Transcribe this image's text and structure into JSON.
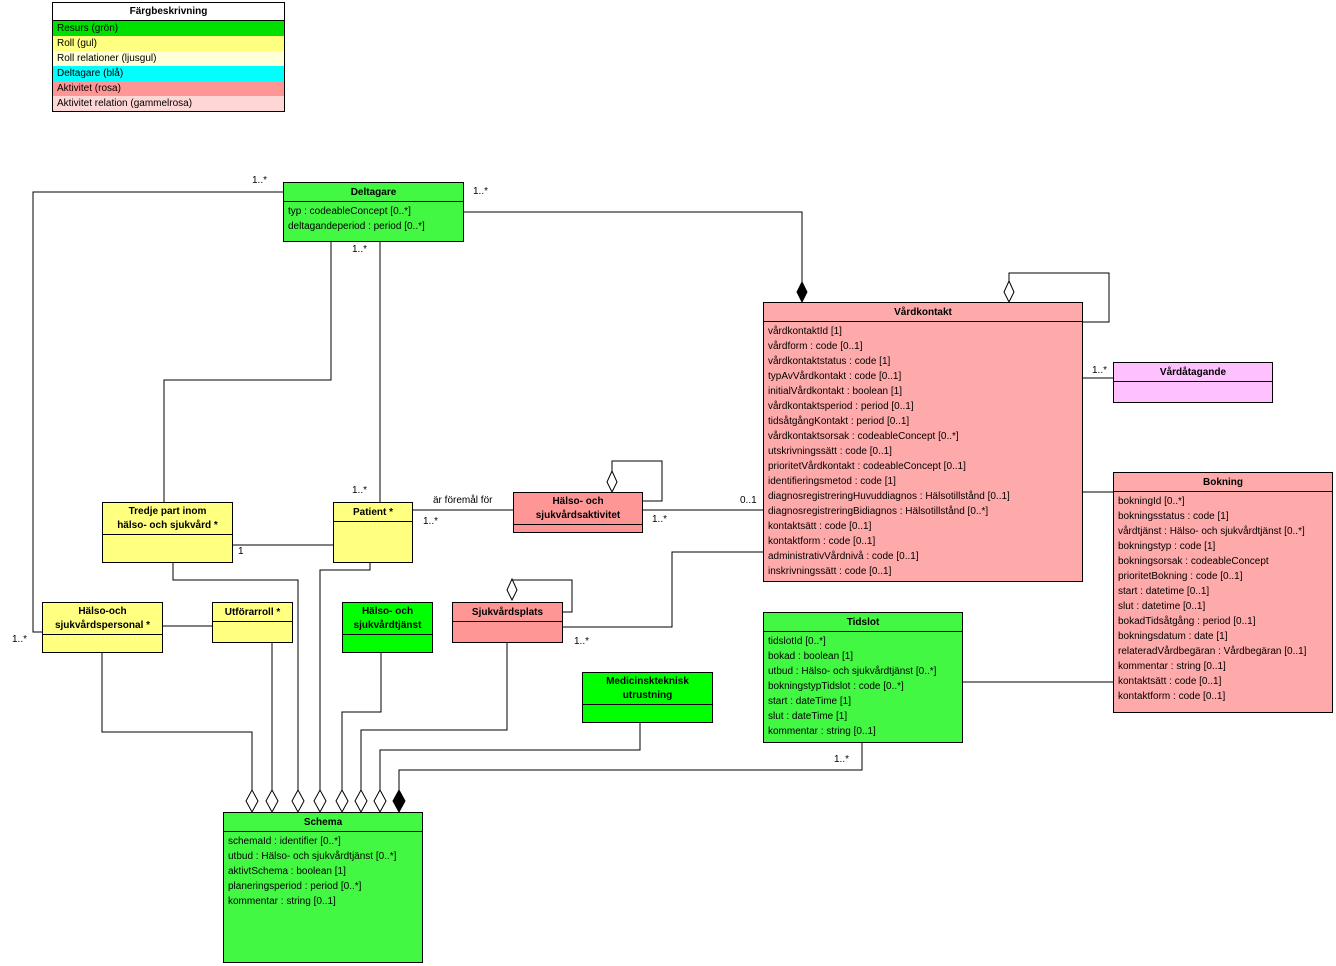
{
  "legend": {
    "title": "Färgbeskrivning",
    "items": [
      {
        "label": "Resurs (grön)",
        "color": "#00e000"
      },
      {
        "label": "Roll (gul)",
        "color": "#ffff80"
      },
      {
        "label": "Roll relationer (ljusgul)",
        "color": "#ffffd8"
      },
      {
        "label": "Deltagare (blå)",
        "color": "#00ffff"
      },
      {
        "label": "Aktivitet (rosa)",
        "color": "#ff9696"
      },
      {
        "label": "Aktivitet relation (gammelrosa)",
        "color": "#ffd6d6"
      }
    ]
  },
  "classes": {
    "deltagare": {
      "name": "Deltagare",
      "attrs": [
        "typ : codeableConcept [0..*]",
        "deltagandeperiod : period [0..*]"
      ]
    },
    "vardkontakt": {
      "name": "Vårdkontakt",
      "attrs": [
        "vårdkontaktId [1]",
        "vårdform : code [0..1]",
        "vårdkontaktstatus : code [1]",
        "typAvVårdkontakt : code [0..1]",
        "initialVårdkontakt : boolean [1]",
        "vårdkontaktsperiod : period [0..1]",
        "tidsåtgångKontakt : period [0..1]",
        "vårdkontaktsorsak : codeableConcept [0..*]",
        "utskrivningssätt : code [0..1]",
        "prioritetVårdkontakt : codeableConcept [0..1]",
        "identifieringsmetod : code [1]",
        "diagnosregistreringHuvuddiagnos : Hälsotillstånd [0..1]",
        "diagnosregistreringBidiagnos : Hälsotillstånd [0..*]",
        "kontaktsätt : code [0..1]",
        "kontaktform : code [0..1]",
        "administrativVårdnivå : code [0..1]",
        "inskrivningssätt : code [0..1]"
      ]
    },
    "vardatagande": {
      "name": "Vårdåtagande",
      "attrs": []
    },
    "bokning": {
      "name": "Bokning",
      "attrs": [
        "bokningId [0..*]",
        "bokningsstatus : code [1]",
        "vårdtjänst : Hälso- och sjukvårdtjänst [0..*]",
        "bokningstyp : code [1]",
        "bokningsorsak : codeableConcept",
        "prioritetBokning : code [0..1]",
        "start : datetime [0..1]",
        "slut : datetime [0..1]",
        "bokadTidsåtgång : period [0..1]",
        "bokningsdatum : date [1]",
        "relateradVårdbegäran : Vårdbegäran [0..1]",
        "kommentar : string [0..1]",
        "kontaktsätt : code [0..1]",
        "kontaktform : code [0..1]"
      ]
    },
    "tidslot": {
      "name": "Tidslot",
      "attrs": [
        "tidslotId [0..*]",
        "bokad : boolean [1]",
        "utbud : Hälso- och sjukvårdtjänst [0..*]",
        "bokningstypTidslot : code [0..*]",
        "start : dateTime [1]",
        "slut : dateTime [1]",
        "kommentar : string [0..1]"
      ]
    },
    "schema": {
      "name": "Schema",
      "attrs": [
        "schemaId : identifier [0..*]",
        "utbud : Hälso- och sjukvårdtjänst [0..*]",
        "aktivtSchema : boolean [1]",
        "planeringsperiod : period [0..*]",
        "kommentar : string [0..1]"
      ]
    },
    "tredjepart": {
      "name_line1": "Tredje part inom",
      "name_line2": "hälso- och sjukvård  *"
    },
    "patient": {
      "name": "Patient  *"
    },
    "halsoaktivitet": {
      "name_line1": "Hälso- och",
      "name_line2": "sjukvårdsaktivitet"
    },
    "personal": {
      "name_line1": "Hälso-och",
      "name_line2": "sjukvårdspersonal  *"
    },
    "utforarroll": {
      "name": "Utförarroll  *"
    },
    "vardtjanst": {
      "name_line1": "Hälso- och",
      "name_line2": "sjukvårdtjänst"
    },
    "sjukvardsplats": {
      "name": "Sjukvårdsplats"
    },
    "medteknisk": {
      "name_line1": "Medicinskteknisk",
      "name_line2": "utrustning"
    }
  },
  "labels": {
    "deltagare_left": "1..*",
    "deltagare_right": "1..*",
    "deltagare_bottom": "1..*",
    "patient_top": "1..*",
    "patient_right": "1..*",
    "ar_foremal_for": "är föremål för",
    "aktivitet_right": "1..*",
    "vardkontakt_left": "0..1",
    "vardatagande_left": "1..*",
    "tredjepart_patient": "1",
    "personal_left": "1..*",
    "sjukvardsplats_right": "1..*",
    "tidslot_bottom": "1..*"
  }
}
